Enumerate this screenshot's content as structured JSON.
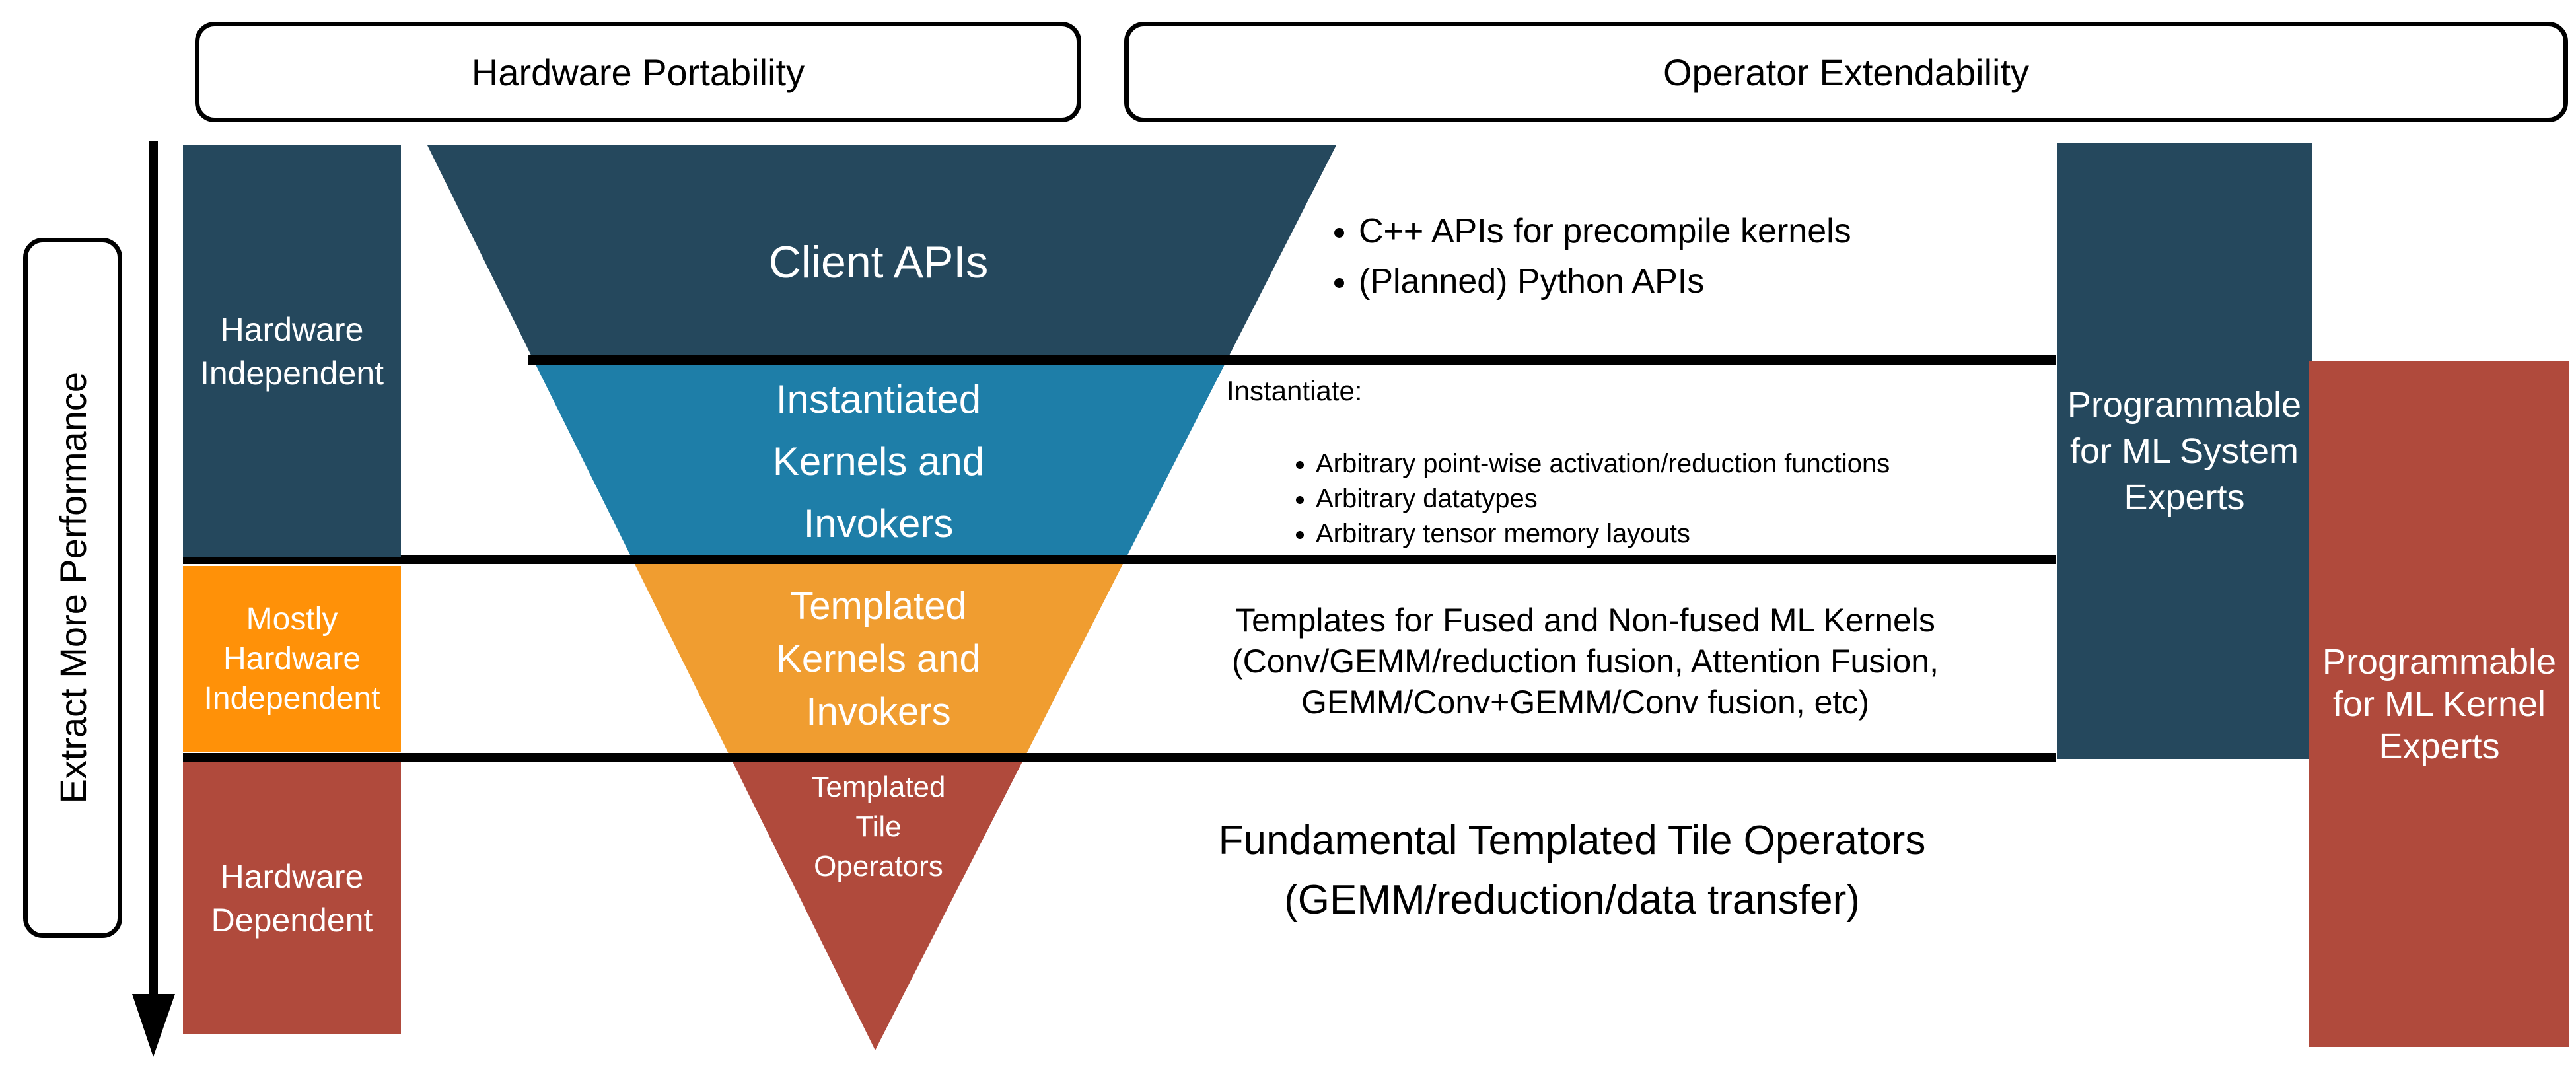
{
  "header": {
    "left_label": "Hardware Portability",
    "right_label": "Operator Extendability"
  },
  "left_axis": {
    "label": "Extract More Performance"
  },
  "left_column": {
    "items": [
      {
        "label": "Hardware\nIndependent",
        "color": "#25485D"
      },
      {
        "label": "Mostly\nHardware\nIndependent",
        "color": "#FF9108"
      },
      {
        "label": "Hardware\nDependent",
        "color": "#B04A3C"
      }
    ]
  },
  "funnel": {
    "layers": [
      {
        "label": "Client APIs",
        "color": "#25485D"
      },
      {
        "label": "Instantiated\nKernels and\nInvokers",
        "color": "#1E7EA8"
      },
      {
        "label": "Templated\nKernels and\nInvokers",
        "color": "#F09D30"
      },
      {
        "label": "Templated\nTile\nOperators",
        "color": "#B04A3C"
      }
    ]
  },
  "annotations": {
    "client_bullets": [
      "C++ APIs for precompile kernels",
      "(Planned) Python APIs"
    ],
    "instantiate_heading": "Instantiate:",
    "instantiate_bullets": [
      "Arbitrary point-wise activation/reduction functions",
      "Arbitrary datatypes",
      "Arbitrary tensor memory layouts"
    ],
    "templates_text": "Templates for Fused and Non-fused ML Kernels\n(Conv/GEMM/reduction fusion, Attention Fusion,\nGEMM/Conv+GEMM/Conv fusion, etc)",
    "fundamental_text": "Fundamental Templated Tile Operators\n(GEMM/reduction/data transfer)"
  },
  "right_boxes": [
    {
      "label": "Programmable\nfor ML System\nExperts",
      "color": "#25485D"
    },
    {
      "label": "Programmable\nfor ML Kernel\nExperts",
      "color": "#B04A3C"
    }
  ],
  "colors": {
    "navy": "#25485D",
    "teal": "#1E7EA8",
    "funnel_orange": "#F09D30",
    "bright_orange": "#FF9108",
    "brick_red": "#B04A3C",
    "line_black": "#000000"
  }
}
